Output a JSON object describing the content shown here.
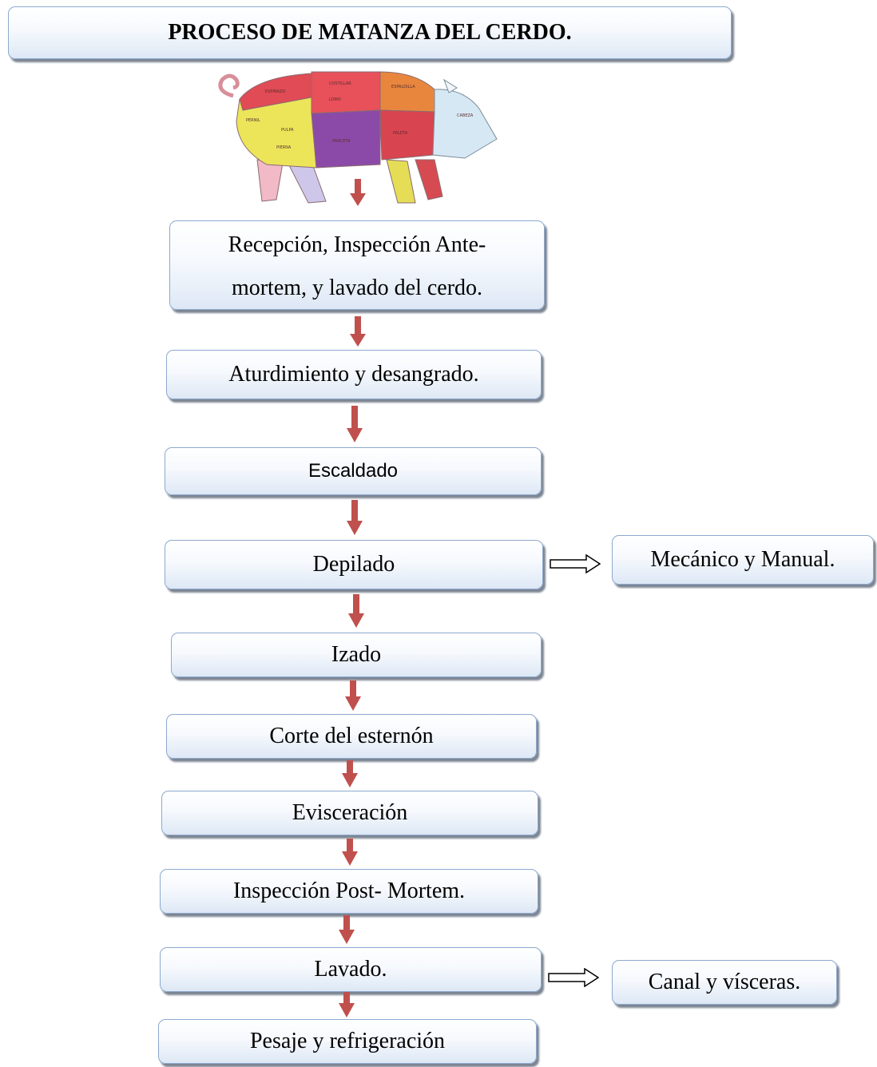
{
  "title": "PROCESO DE MATANZA DEL CERDO.",
  "steps": [
    {
      "label": "Recepción, Inspección Ante-mortem, y lavado del cerdo.",
      "line1": "Recepción, Inspección Ante-",
      "line2": "mortem, y lavado del cerdo."
    },
    {
      "label": "Aturdimiento y desangrado."
    },
    {
      "label": "Escaldado"
    },
    {
      "label": "Depilado"
    },
    {
      "label": "Izado"
    },
    {
      "label": "Corte del esternón"
    },
    {
      "label": "Evisceración"
    },
    {
      "label": "Inspección Post- Mortem."
    },
    {
      "label": "Lavado."
    },
    {
      "label": "Pesaje y refrigeración"
    }
  ],
  "side_notes": [
    {
      "label": "Mecánico y Manual.",
      "from_step": "Depilado"
    },
    {
      "label": "Canal y vísceras.",
      "from_step": "Lavado."
    }
  ],
  "colors": {
    "arrow": "#c0504d",
    "box_border": "#8da9cf",
    "box_shadow": "#505c6e"
  },
  "illustration": "pig-cuts-diagram"
}
